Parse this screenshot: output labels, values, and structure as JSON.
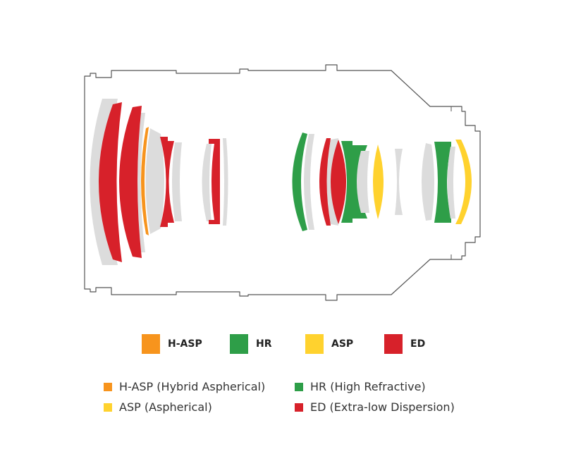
{
  "colors": {
    "h_asp": "#f7941d",
    "hr": "#2e9e48",
    "asp": "#ffd22e",
    "ed": "#d7212a",
    "plain": "#dcdcdc",
    "outline": "#555555"
  },
  "legend": [
    {
      "label": "H-ASP",
      "color": "#f7941d"
    },
    {
      "label": "HR",
      "color": "#2e9e48"
    },
    {
      "label": "ASP",
      "color": "#ffd22e"
    },
    {
      "label": "ED",
      "color": "#d7212a"
    }
  ],
  "key": [
    {
      "label": "H-ASP (Hybrid Aspherical)",
      "color": "#f7941d"
    },
    {
      "label": "HR (High Refractive)",
      "color": "#2e9e48"
    },
    {
      "label": "ASP (Aspherical)",
      "color": "#ffd22e"
    },
    {
      "label": "ED (Extra-low Dispersion)",
      "color": "#d7212a"
    }
  ]
}
